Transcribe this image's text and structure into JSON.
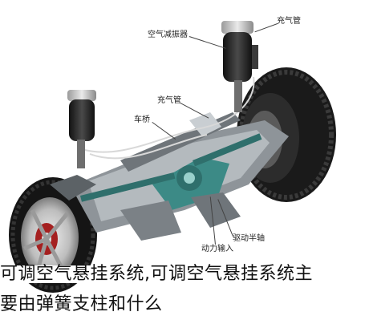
{
  "labels": {
    "air_compressor": "空气减振器",
    "air_spring_right": "充气管",
    "air_spring_left": "充气管",
    "frame": "车桥",
    "drive_shaft": "驱动半轴",
    "power_input": "动力输入"
  },
  "caption": {
    "line1": "可调空气悬挂系统,可调空气悬挂系统主",
    "line2": "要由弹簧支柱和什么"
  },
  "colors": {
    "tire": "#1d1d1d",
    "rim": "#c9c9c9",
    "strut": "#2b2b2b",
    "axle_teal": "#3c8a86",
    "steel": "#9a9fa3"
  }
}
